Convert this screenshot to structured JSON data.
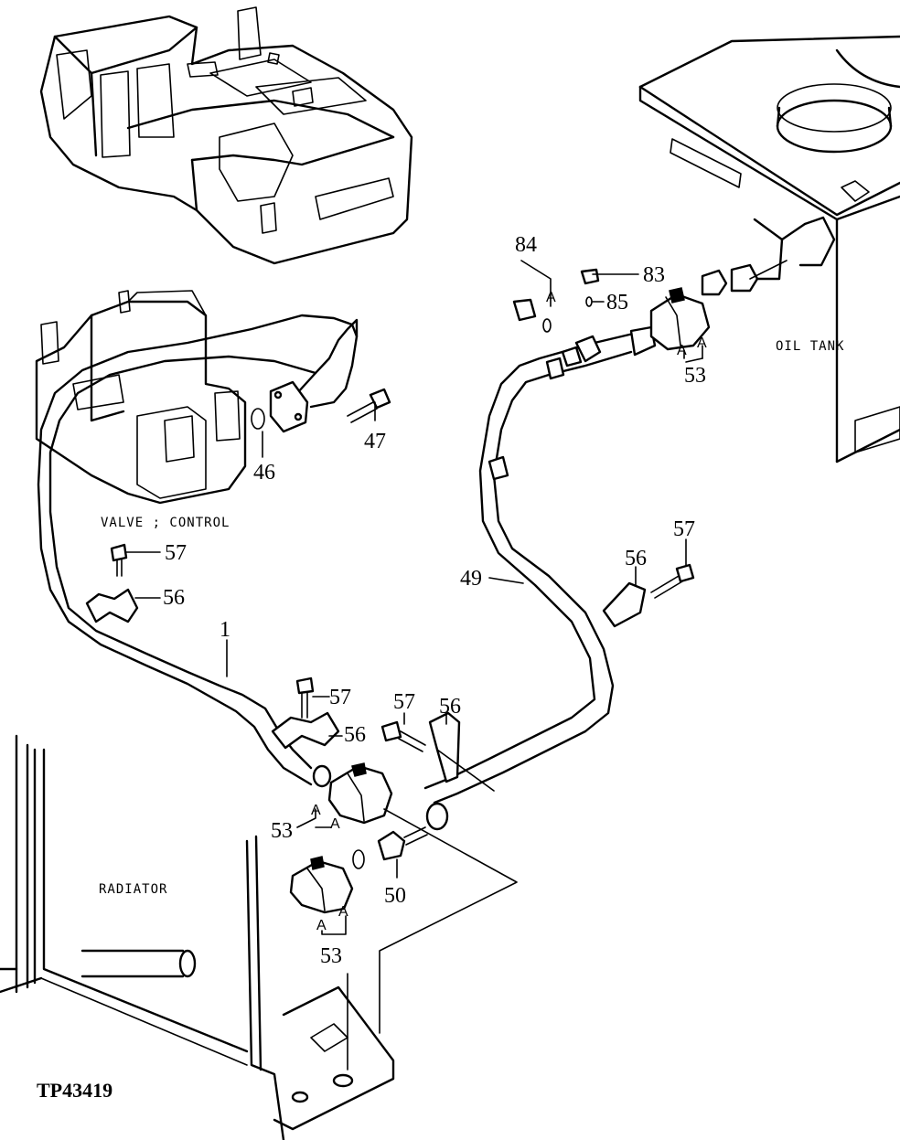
{
  "figure_id": "TP43419",
  "component_labels": {
    "valve_control": "VALVE ; CONTROL",
    "oil_tank": "OIL TANK",
    "radiator": "RADIATOR"
  },
  "letter_marker": "A",
  "callouts": {
    "c84": "84",
    "c83": "83",
    "c85": "85",
    "c53_tank": "53",
    "c47": "47",
    "c46": "46",
    "c57_left": "57",
    "c56_left": "56",
    "c1": "1",
    "c57_mid": "57",
    "c56_mid": "56",
    "c57_center": "57",
    "c56_center": "56",
    "c49": "49",
    "c56_right": "56",
    "c57_right": "57",
    "c53_mid": "53",
    "c50": "50",
    "c53_bottom": "53"
  }
}
